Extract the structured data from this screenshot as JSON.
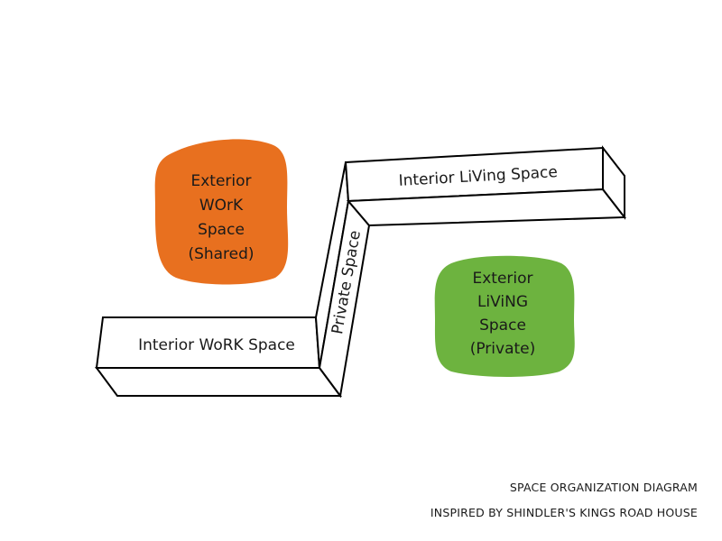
{
  "colors": {
    "work_exterior": "#e8701f",
    "living_exterior": "#6db33f",
    "outline": "#000000",
    "background": "#ffffff"
  },
  "blobs": {
    "exterior_work": {
      "lines": [
        "Exterior",
        "WOrK",
        "Space",
        "(Shared)"
      ]
    },
    "exterior_living": {
      "lines": [
        "Exterior",
        "LiViNG",
        "Space",
        "(Private)"
      ]
    }
  },
  "bars": {
    "interior_work": "Interior WoRK Space",
    "private": "Private Space",
    "interior_living": "Interior LiVing Space"
  },
  "caption": {
    "title": "SPACE ORGANIZATION DIAGRAM",
    "subtitle": "INSPIRED BY SHINDLER'S KINGS ROAD HOUSE"
  }
}
